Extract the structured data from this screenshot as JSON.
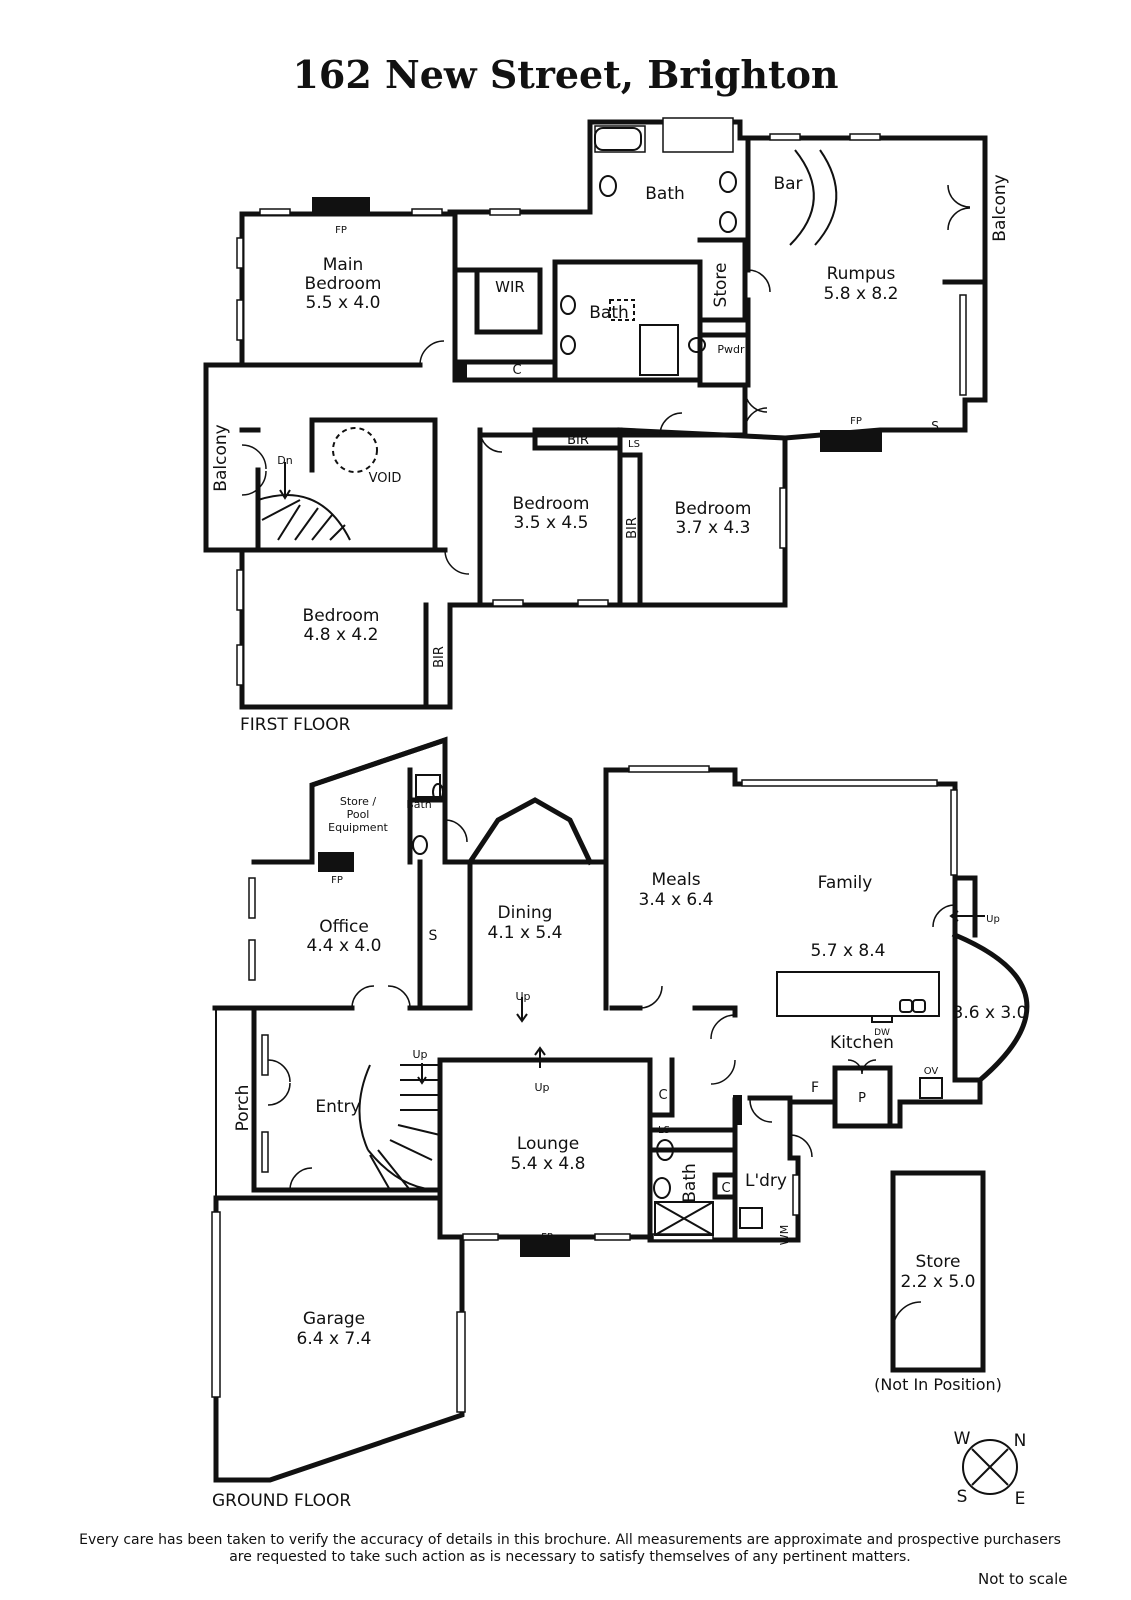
{
  "title": "162 New Street, Brighton",
  "first_floor": {
    "label": "FIRST FLOOR",
    "rooms": {
      "main_bedroom": [
        "Main",
        "Bedroom",
        "5.5 x 4.0"
      ],
      "wir": "WIR",
      "bath_top": "Bath",
      "bath_mid": "Bath",
      "bar": "Bar",
      "balcony_right": "Balcony",
      "store": "Store",
      "rumpus": [
        "Rumpus",
        "5.8 x 8.2"
      ],
      "pwdr": "Pwdr",
      "c": "C",
      "balcony_left": "Balcony",
      "dn": "Dn",
      "void": "VOID",
      "bedroom2": [
        "Bedroom",
        "3.5 x 4.5"
      ],
      "bir_top": "BIR",
      "ls": "LS",
      "bir_mid": "BIR",
      "bedroom3": [
        "Bedroom",
        "3.7 x 4.3"
      ],
      "bedroom4": [
        "Bedroom",
        "4.8 x 4.2"
      ],
      "bir_bottom": "BIR",
      "fp1": "FP",
      "fp2": "FP",
      "s": "S"
    }
  },
  "ground_floor": {
    "label": "GROUND FLOOR",
    "rooms": {
      "store_pool": [
        "Store /",
        "Pool",
        "Equipment"
      ],
      "bath_small": "Bath",
      "fp_office": "FP",
      "office": [
        "Office",
        "4.4 x 4.0"
      ],
      "s": "S",
      "dining": [
        "Dining",
        "4.1 x 5.4"
      ],
      "meals": [
        "Meals",
        "3.4 x 6.4"
      ],
      "family": [
        "Family",
        "5.7 x 8.4"
      ],
      "up_family": "Up",
      "up_dining": "Up",
      "up_entry": "Up",
      "up_lounge": "Up",
      "kitchen_dims": "3.6 x 3.0",
      "dw": "DW",
      "kitchen": "Kitchen",
      "ov": "OV",
      "p": "P",
      "f": "F",
      "porch": "Porch",
      "entry": "Entry",
      "lounge": [
        "Lounge",
        "5.4 x 4.8"
      ],
      "c1": "C",
      "ls": "LS",
      "bath": "Bath",
      "c2": "C",
      "ldry": "L'dry",
      "wm": "WM",
      "fp_lounge": "FP",
      "garage": [
        "Garage",
        "6.4 x 7.4"
      ],
      "store": [
        "Store",
        "2.2 x 5.0"
      ],
      "not_in_position": "(Not In Position)"
    }
  },
  "compass": {
    "w": "W",
    "n": "N",
    "s": "S",
    "e": "E"
  },
  "disclaimer": [
    "Every care has been taken to verify the accuracy of details in this brochure.  All measurements are approximate and prospective purchasers",
    "are requested to take such action as is necessary to satisfy themselves of any pertinent matters."
  ],
  "not_to_scale": "Not to scale"
}
